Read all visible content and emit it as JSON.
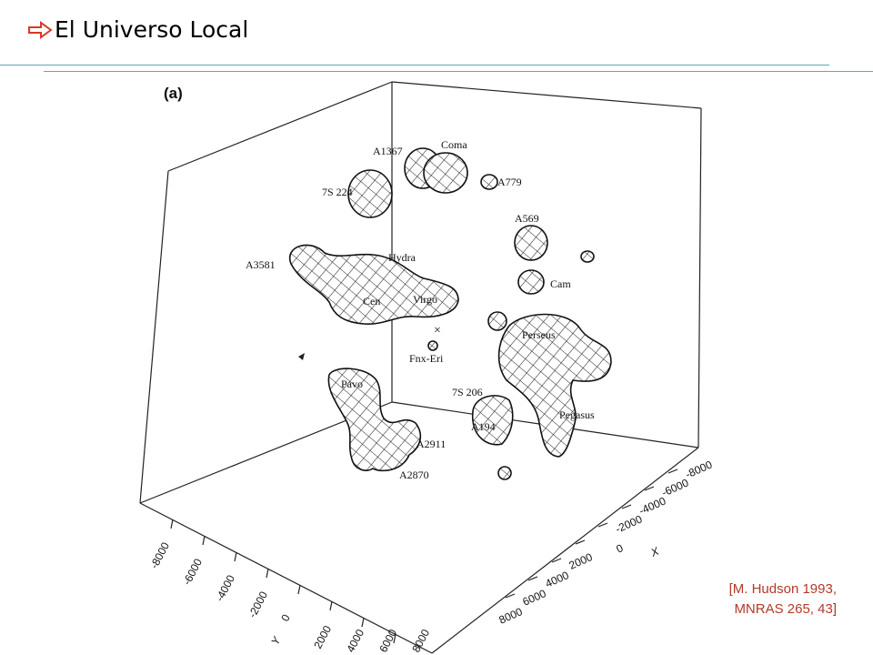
{
  "slide": {
    "title": "El Universo Local",
    "citation_line1": "[M. Hudson 1993,",
    "citation_line2": "MNRAS 265, 43]"
  },
  "figure": {
    "panel_label": "(a)",
    "axis_x_label": "X",
    "axis_y_label": "Y",
    "x_ticks": [
      "-8000",
      "-6000",
      "-4000",
      "-2000",
      "0",
      "2000",
      "4000",
      "6000",
      "8000"
    ],
    "y_ticks": [
      "-8000",
      "-6000",
      "-4000",
      "-2000",
      "0",
      "2000",
      "4000",
      "6000",
      "8000"
    ],
    "cluster_labels": {
      "a1367": "A1367",
      "coma": "Coma",
      "s224": "7S 224",
      "a779": "A779",
      "a569": "A569",
      "a3581": "A3581",
      "hydra": "Hydra",
      "cam": "Cam",
      "cen": "Cen",
      "virgo": "Virgo",
      "fnx": "Fnx-Eri",
      "perseus": "Perseus",
      "pavo": "Pavo",
      "s206": "7S 206",
      "a194": "A194",
      "pegasus": "Pegasus",
      "a2911": "A2911",
      "a2870": "A2870"
    },
    "center_marker": "×"
  },
  "colors": {
    "accent_rule": "#5fa8b3",
    "citation": "#b23a28",
    "arrow": "#d9382b"
  }
}
